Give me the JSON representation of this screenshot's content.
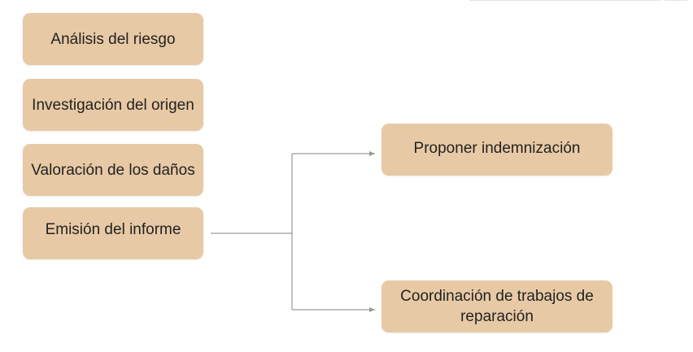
{
  "diagram": {
    "left_column": [
      {
        "label": "Análisis del riesgo"
      },
      {
        "label": "Investigación del origen"
      },
      {
        "label": "Valoración de los daños"
      },
      {
        "label": "Emisión del informe"
      }
    ],
    "right_column": [
      {
        "label": "Proponer indemnización"
      },
      {
        "label": "Coordinación de trabajos de reparación"
      }
    ],
    "colors": {
      "box_fill": "#e8c9a5",
      "connector": "#9a9a9a",
      "text": "#222222"
    }
  }
}
